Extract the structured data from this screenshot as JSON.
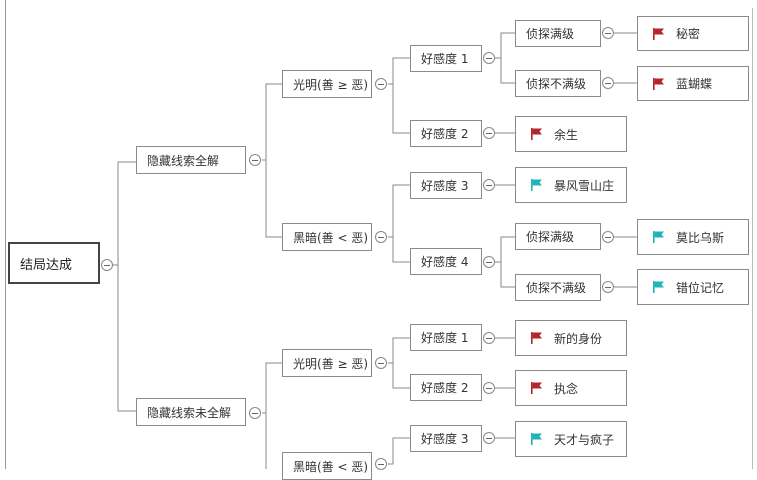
{
  "colors": {
    "red_flag": "#b3262b",
    "teal_flag": "#1fb5b8",
    "line": "#8a8a8a"
  },
  "tree": {
    "root": {
      "label": "结局达成"
    },
    "branches": [
      {
        "label": "隐藏线索全解"
      },
      {
        "label": "隐藏线索未全解"
      }
    ],
    "sub": {
      "light_a": "光明(善 ≥ 恶)",
      "dark_a": "黑暗(善 < 恶)",
      "light_b": "光明(善 ≥ 恶)",
      "dark_b": "黑暗(善 < 恶)"
    },
    "favor": {
      "f1a": "好感度 1",
      "f2a": "好感度 2",
      "f3a": "好感度 3",
      "f4a": "好感度 4",
      "f1b": "好感度 1",
      "f2b": "好感度 2",
      "f3b": "好感度 3"
    },
    "detective": {
      "full_a": "侦探满级",
      "notfull_a": "侦探不满级",
      "full_b": "侦探满级",
      "notfull_b": "侦探不满级"
    },
    "endings": {
      "secret": "秘密",
      "blue_butterfly": "蓝蝴蝶",
      "surplus_life": "余生",
      "storm_villa": "暴风雪山庄",
      "moebius": "莫比乌斯",
      "false_memory": "错位记忆",
      "new_identity": "新的身份",
      "obsession": "执念",
      "genius_madman": "天才与疯子"
    },
    "flag_icon": "flag-icon"
  }
}
